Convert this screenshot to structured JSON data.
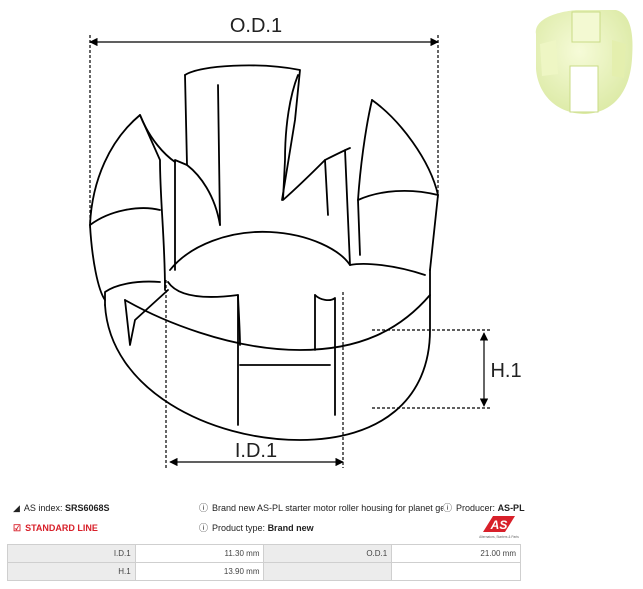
{
  "drawing": {
    "od_label": "O.D.1",
    "id_label": "I.D.1",
    "h_label": "H.1"
  },
  "info": {
    "as_index_label": "AS index:",
    "as_index_value": "SRS6068S",
    "description": "Brand new AS-PL starter motor roller housing for planet gear",
    "producer_label": "Producer:",
    "producer_value": "AS-PL",
    "standard_line": "STANDARD LINE",
    "product_type_label": "Product type:",
    "product_type_value": "Brand new",
    "logo_text": "AS",
    "logo_tagline": "Alternators, Starters & Parts"
  },
  "specs": [
    {
      "label": "I.D.1",
      "value": "11.30 mm",
      "label2": "O.D.1",
      "value2": "21.00 mm"
    },
    {
      "label": "H.1",
      "value": "13.90 mm",
      "label2": "",
      "value2": ""
    }
  ],
  "colors": {
    "accent_red": "#d8202a",
    "thumb_part": "#e8f3b8",
    "label_bg": "#ececec"
  },
  "icons": [
    "tag-icon",
    "info-icon",
    "check-square-icon"
  ]
}
